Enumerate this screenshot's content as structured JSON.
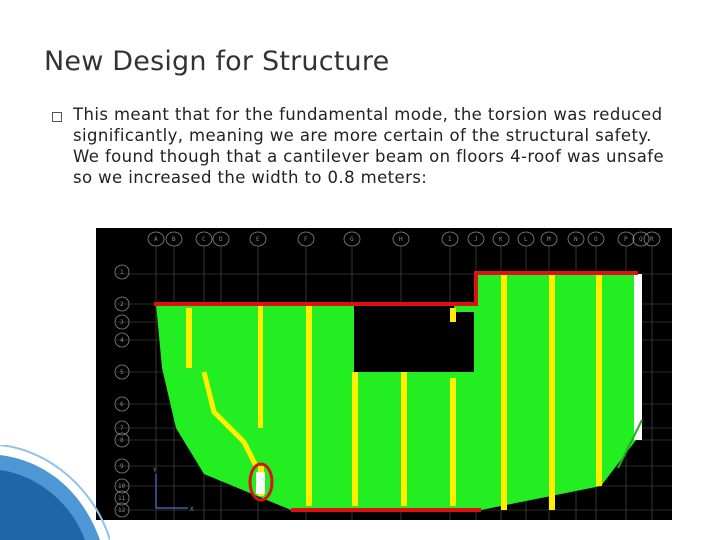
{
  "slide": {
    "title": "New Design for Structure",
    "body": "This meant that for the fundamental mode, the torsion was reduced significantly, meaning we are more certain of the structural safety. We found though that a cantilever beam on floors 4-roof was unsafe so we increased the width to 0.8 meters:",
    "bullet_icon": "square-bullet-icon"
  },
  "figure": {
    "description_icon": "structural-floor-plan",
    "colors": {
      "background": "#000000",
      "slab": "#22ee22",
      "beam": "#ffee00",
      "edge_beam": "#dd1111",
      "grid": "#555555",
      "highlight_circle": "#dd1111"
    },
    "column_labels": [
      "A",
      "B",
      "C",
      "D",
      "E",
      "F",
      "G",
      "H",
      "I",
      "J",
      "K",
      "L",
      "M",
      "N",
      "O",
      "P",
      "Q",
      "R"
    ],
    "row_labels": [
      "1",
      "2",
      "3",
      "4",
      "5",
      "6",
      "7",
      "8",
      "9",
      "10",
      "11",
      "12"
    ],
    "axis_labels": {
      "x": "X",
      "y": "Y"
    }
  }
}
